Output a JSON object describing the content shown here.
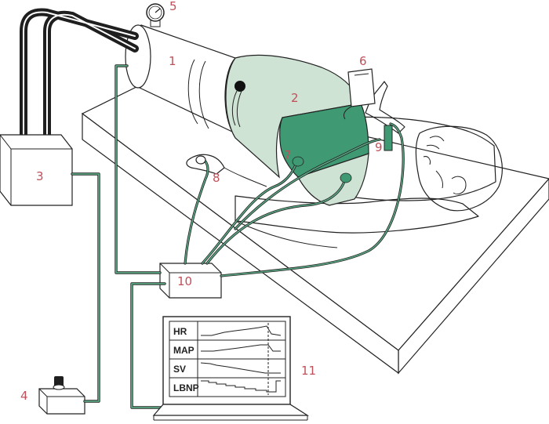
{
  "labels": {
    "n1": "1",
    "n2": "2",
    "n3": "3",
    "n4": "4",
    "n5": "5",
    "n6": "6",
    "n7": "7",
    "n8": "8",
    "n9": "9",
    "n10": "10",
    "n11": "11"
  },
  "monitor": {
    "rows": [
      "HR",
      "MAP",
      "SV",
      "LBNP"
    ]
  },
  "colors": {
    "chamber_green": "#cfe3d5",
    "band_green": "#3f9a73",
    "tube": "#1f1f1f",
    "cable_green": "#5aa683",
    "label_red": "#c0505a"
  },
  "icons": {
    "gauge": "pressure-gauge-icon",
    "knob": "knob-icon"
  }
}
